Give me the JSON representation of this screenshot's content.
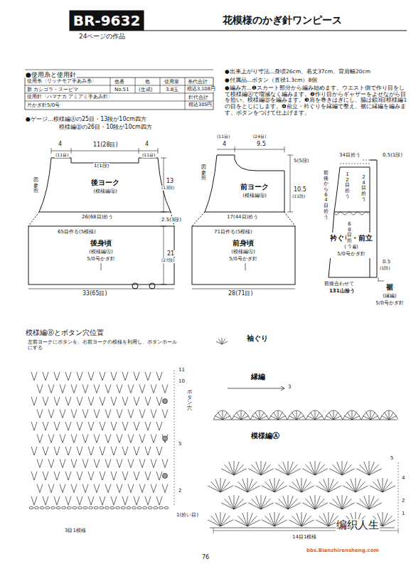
{
  "diagram": {
    "title": "花模様のかぎ針ワンピース",
    "nodes": [
      {
        "text": [
          "BR-9632"
        ]
      },
      {
        "text": [
          "後ヨーク",
          "(模様編Ⓑ)"
        ]
      },
      {
        "text": [
          "前ヨーク",
          "(模様編Ⓑ)"
        ]
      },
      {
        "text": [
          "後身頃",
          "(模様編Ⓐ)",
          "5/0号かぎ針"
        ]
      },
      {
        "text": [
          "前身頃",
          "(模様編Ⓐ)",
          "5/0号かぎ針"
        ]
      },
      {
        "text": [
          "衿ぐり・前立",
          "(縁編)",
          "5/0号かぎ針"
        ]
      },
      {
        "text": [
          "裾",
          "(縁編)",
          "5/0号かぎ針"
        ]
      }
    ],
    "labels": [
      "24ページの作品",
      "●使用糸と使用針",
      "使用糸〈リッチモア手あみ糸〉",
      "色番",
      "色",
      "使用量",
      "糸代合計",
      "新 カシゴラ・スーピマ",
      "No.51",
      "(生成)",
      "3.8玉",
      "税込3,108円",
      "使用針〈ハマナカ アミアミ手あみ針〉",
      "針代合計",
      "片かぎ針5/0号",
      "税込305円",
      "●ゲージ…模様編Ⓐの25目・13段が10cm四方",
      "模様編Ⓑの26目・10段が10cm四方",
      "●出来上がり寸法…身頃26cm、着丈37cm、背肩幅20cm",
      "●付属品…ボタン（直径1.3cm）8個",
      "●編み方…❶スカート部分から編み始めます。ウエスト側で作り目をして模様編Ⓐで増減なく編みます。❷作り目からギャザーをよせながら目を拾い、模様編Ⓑを編みます。❸肩を巻きはぎにし、脇は鎖3目模様編1の目をとじにします。❹前立・衿ぐりを縁編で整え、裾に縁編を編みます。ボタンをつけて仕上げます。",
      "4",
      "(11目)",
      "11(28目)",
      "4",
      "(11目)",
      "1(1段)",
      "13",
      "(13段)",
      "26(68目)拾う",
      "2.5(3段)",
      "65目作る(5模様)",
      "21",
      "(27段)",
      "33(65目)",
      "4",
      "(11目)",
      "9.5",
      "(24目)",
      "図参照",
      "図参照",
      "5(5段)",
      "10.5",
      "(11段)",
      "17(44目)拾う",
      "71目作る(5模様)",
      "28(71目)",
      "34目拾う",
      "0.5(1段)",
      "前後から64目拾う",
      "12目拾う",
      "24目拾う",
      "68目拾う",
      "0.5",
      "(1段)",
      "前後合わせて",
      "131山拾う",
      "模様編Ⓑとボタン穴位置",
      "左前ヨークにボタンを、右前ヨークの模様を利用し、ボタンホールにする",
      "11",
      "10",
      "ボタン穴",
      "5",
      "2",
      "1(拾い目)",
      "3目1模様",
      "袖ぐり",
      "3",
      "縁編",
      "模様編Ⓐ",
      "5",
      "4",
      "2",
      "1",
      "14目1模様",
      "76",
      "编织人生",
      "bbs.Bianzhirensheng.com"
    ]
  }
}
